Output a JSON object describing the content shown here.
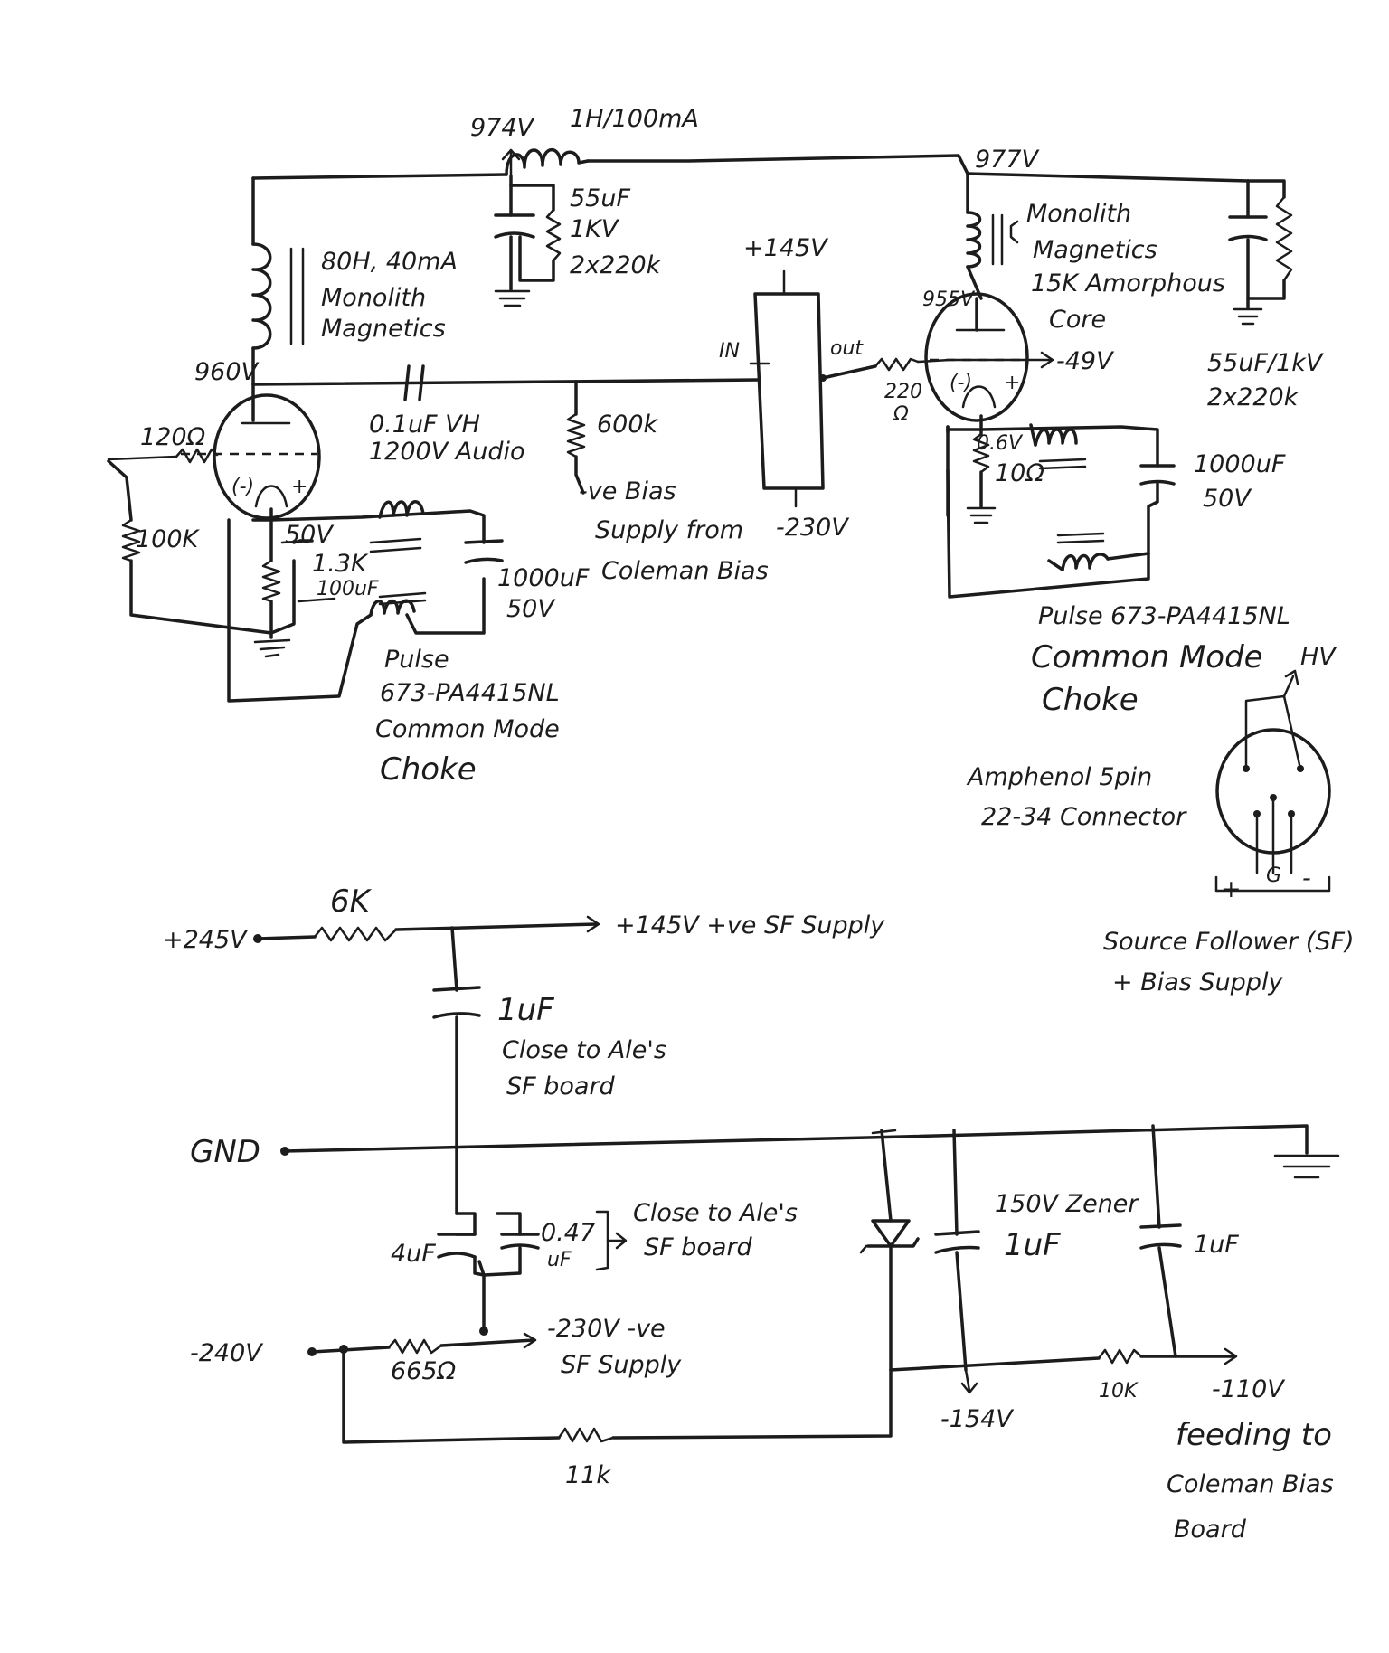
{
  "labels": {
    "v974": "974V",
    "choke_1h": "1H/100mA",
    "v977": "977V",
    "cap55_l1": "55uF",
    "cap55_l2": "1KV",
    "cap55_l3": "2x220k",
    "ind80_l1": "80H, 40mA",
    "ind80_l2": "Monolith",
    "ind80_l3": "Magnetics",
    "mono_l1": "Monolith",
    "mono_l2": "Magnetics",
    "mono_l3": "15K Amorphous",
    "mono_l4": "Core",
    "sf_plus": "+145V",
    "sf_in": "IN",
    "sf_out": "out",
    "sf_minus": "-230V",
    "v955": "955V",
    "v49": "-49V",
    "v960": "960V",
    "cap01_l1": "0.1uF VH",
    "cap01_l2": "1200V Audio",
    "r600": "600k",
    "bias_l1": "-ve Bias",
    "bias_l2": "Supply from",
    "bias_l3": "Coleman Bias",
    "r220_l1": "220",
    "r220_l2": "Ω",
    "cap55r_l1": "55uF/1kV",
    "cap55r_l2": "2x220k",
    "r120": "120Ω",
    "r100k": "100K",
    "v50": "50V",
    "r13k": "1.3K",
    "c100uf": "100uF",
    "c1000_l1": "1000uF",
    "c1000_l2": "50V",
    "pulse_l1": "Pulse",
    "pulse_l2": "673-PA4415NL",
    "pulse_l3": "Common Mode",
    "pulse_l4": "Choke",
    "v06": "0.6V",
    "r10": "10Ω",
    "c1000r_l1": "1000uF",
    "c1000r_l2": "50V",
    "pulse_r_l1": "Pulse 673-PA4415NL",
    "pulse_r_l2": "Common Mode",
    "pulse_r_l3": "Choke",
    "hv": "HV",
    "amph_l1": "Amphenol 5pin",
    "amph_l2": "22-34 Connector",
    "conn_plus": "+",
    "conn_g": "G",
    "conn_minus": "-",
    "sfb_l1": "Source Follower (SF)",
    "sfb_l2": "+ Bias Supply",
    "r6k": "6K",
    "v245": "+245V",
    "sf_supply": "+145V +ve SF Supply",
    "c1uf_l1": "1uF",
    "c1uf_l2": "Close to Ale's",
    "c1uf_l3": "SF board",
    "gnd": "GND",
    "zener_l1": "150V Zener",
    "zener_l2": "1uF",
    "c1uf_r": "1uF",
    "c4uf": "4uF",
    "c047_l1": "0.47",
    "c047_l2": "uF",
    "close2_l1": "Close to Ale's",
    "close2_l2": "SF board",
    "v240": "-240V",
    "r665": "665Ω",
    "sf_neg_l1": "-230V -ve",
    "sf_neg_l2": "SF Supply",
    "v154": "-154V",
    "r10k": "10K",
    "v110": "-110V",
    "feed_l1": "feeding to",
    "feed_l2": "Coleman Bias",
    "feed_l3": "Board",
    "r11k": "11k"
  }
}
